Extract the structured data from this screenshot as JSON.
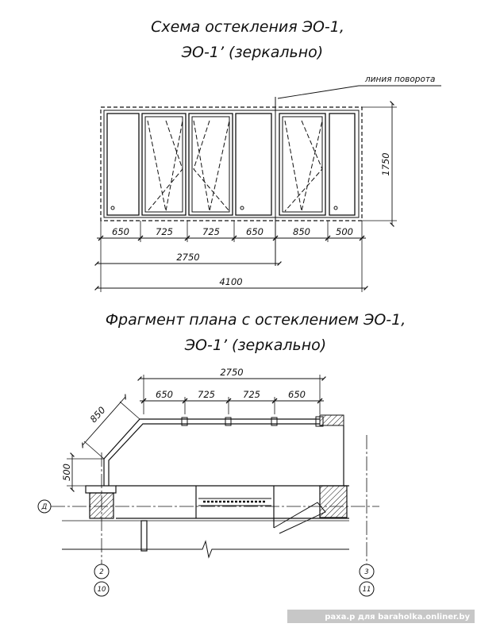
{
  "schema": {
    "title_line1": "Схема остекления ЭО-1,",
    "title_line2": "ЭО-1’ (зеркально)",
    "rotation_label": "линия поворота",
    "height_dim": "1750",
    "panel_dims": [
      "650",
      "725",
      "725",
      "650",
      "850",
      "500"
    ],
    "dim_2750": "2750",
    "dim_4100": "4100"
  },
  "plan": {
    "title_line1": "Фрагмент плана с остеклением ЭО-1,",
    "title_line2": "ЭО-1’ (зеркально)",
    "dim_top": "2750",
    "panel_dims": [
      "650",
      "725",
      "725",
      "650"
    ],
    "dim_diagonal": "850",
    "dim_side": "500",
    "axis_row": "Д",
    "axis_2_top": "2",
    "axis_2_bottom": "10",
    "axis_3_top": "3",
    "axis_3_bottom": "11"
  },
  "watermark": "раха.р для baraholka.onliner.by",
  "colors": {
    "ink": "#111111",
    "background": "#ffffff",
    "watermark": "#ffffff"
  }
}
